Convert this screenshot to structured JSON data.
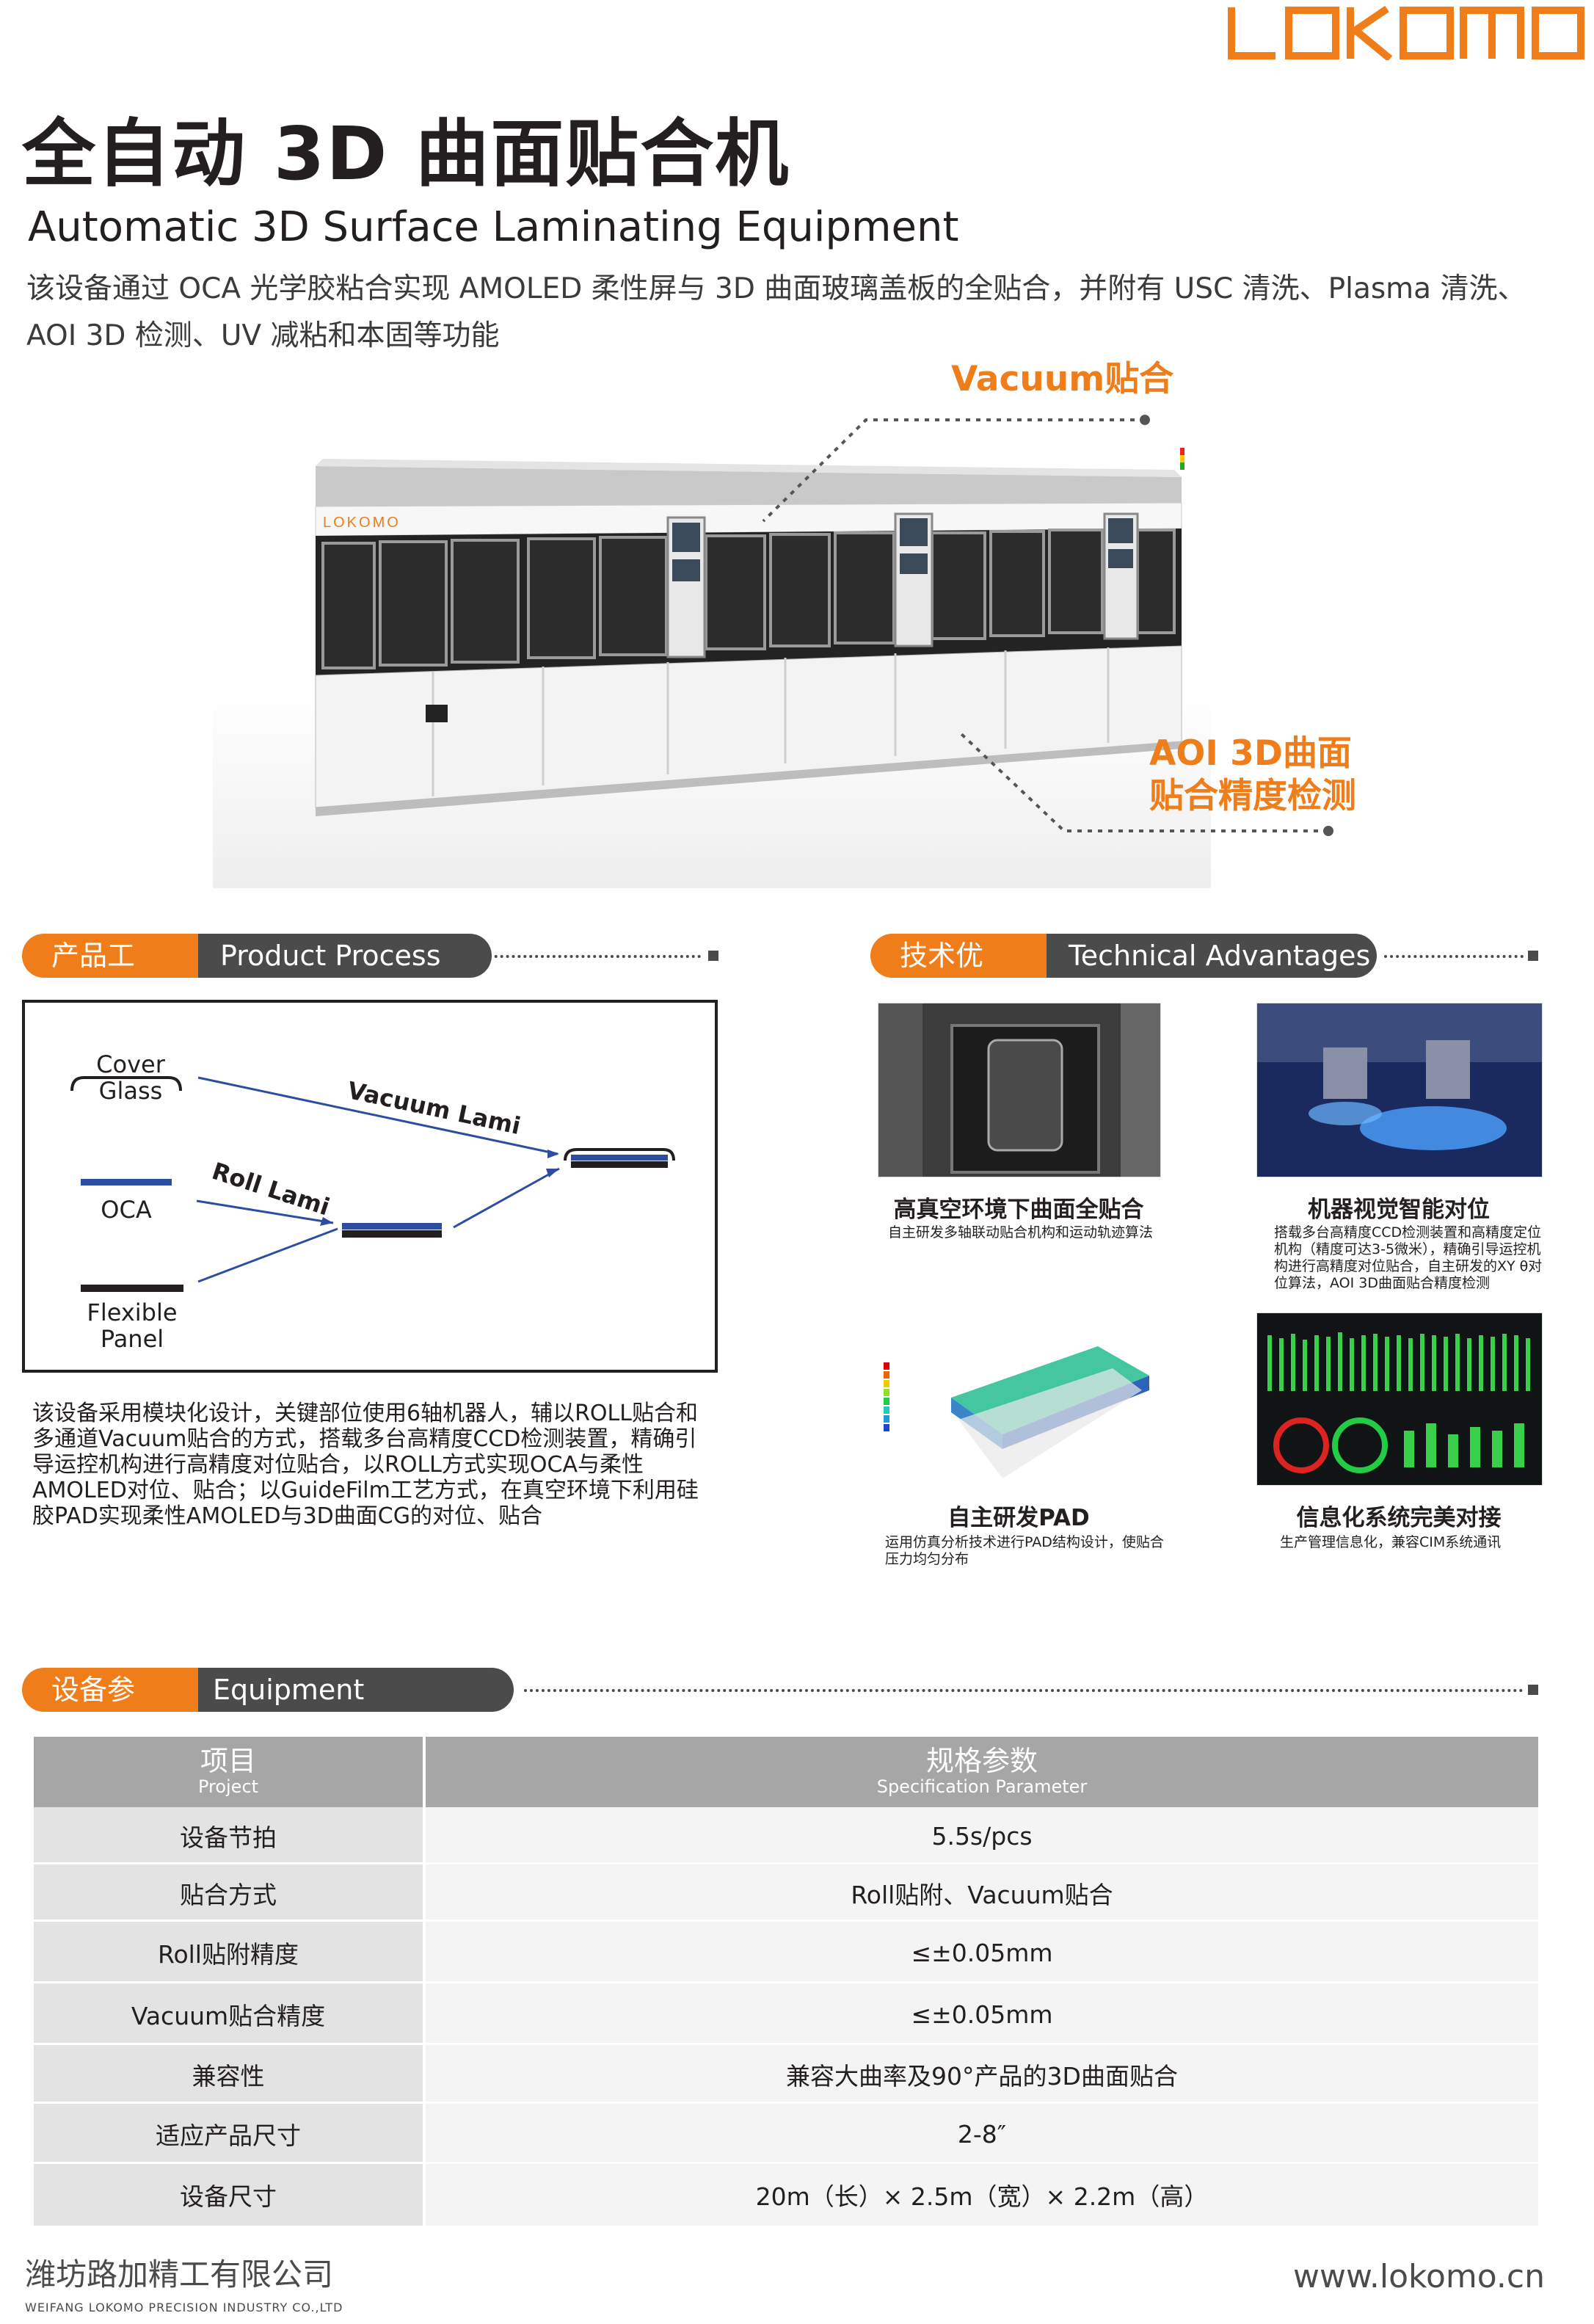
{
  "brand": {
    "logo_text": "LOKOMO",
    "accent": "#ee7d1a",
    "dark": "#4b4b4b"
  },
  "header": {
    "title_cn": "全自动 3D 曲面贴合机",
    "title_en": "Automatic 3D Surface Laminating Equipment",
    "intro": "该设备通过 OCA 光学胶粘合实现 AMOLED 柔性屏与 3D 曲面玻璃盖板的全贴合，并附有 USC 清洗、Plasma 清洗、AOI 3D 检测、UV 减粘和本固等功能"
  },
  "machine": {
    "callout_vacuum": "Vacuum贴合",
    "callout_aoi_line1": "AOI 3D曲面",
    "callout_aoi_line2": "贴合精度检测"
  },
  "process": {
    "head_cn": "产品工艺",
    "head_en": "Product Process",
    "cover_glass": "Cover Glass",
    "oca": "OCA",
    "flexible_panel_line1": "Flexible",
    "flexible_panel_line2": "Panel",
    "roll_lami": "Roll Lami",
    "vacuum_lami": "Vacuum Lami",
    "description": "该设备采用模块化设计，关键部位使用6轴机器人，辅以ROLL贴合和多通道Vacuum贴合的方式，搭载多台高精度CCD检测装置，精确引导运控机构进行高精度对位贴合，以ROLL方式实现OCA与柔性AMOLED对位、贴合；以GuideFilm工艺方式，在真空环境下利用硅胶PAD实现柔性AMOLED与3D曲面CG的对位、贴合"
  },
  "advantages": {
    "head_cn": "技术优势",
    "head_en": "Technical Advantages",
    "items": [
      {
        "title": "高真空环境下曲面全贴合",
        "desc": "自主研发多轴联动贴合机构和运动轨迹算法"
      },
      {
        "title": "机器视觉智能对位",
        "desc": "搭载多台高精度CCD检测装置和高精度定位机构（精度可达3-5微米），精确引导运控机构进行高精度对位贴合，自主研发的XY θ对位算法，AOI 3D曲面贴合精度检测"
      },
      {
        "title": "自主研发PAD",
        "desc": "运用仿真分析技术进行PAD结构设计，使贴合压力均匀分布"
      },
      {
        "title": "信息化系统完美对接",
        "desc": "生产管理信息化，兼容CIM系统通讯"
      }
    ]
  },
  "params": {
    "head_cn": "设备参数",
    "head_en": "Equipment Parameters",
    "col1_cn": "项目",
    "col1_en": "Project",
    "col2_cn": "规格参数",
    "col2_en": "Specification Parameter",
    "rows": [
      {
        "k": "设备节拍",
        "v": "5.5s/pcs"
      },
      {
        "k": "贴合方式",
        "v": "Roll贴附、Vacuum贴合"
      },
      {
        "k": "Roll贴附精度",
        "v": "≤±0.05mm"
      },
      {
        "k": "Vacuum贴合精度",
        "v": "≤±0.05mm"
      },
      {
        "k": "兼容性",
        "v": "兼容大曲率及90°产品的3D曲面贴合"
      },
      {
        "k": "适应产品尺寸",
        "v": "2-8″"
      },
      {
        "k": "设备尺寸",
        "v": "20m（长）× 2.5m（宽）× 2.2m（高）"
      }
    ]
  },
  "footer": {
    "company_cn": "潍坊路加精工有限公司",
    "company_en": "WEIFANG LOKOMO PRECISION INDUSTRY CO.,LTD",
    "url": "www.lokomo.cn"
  }
}
